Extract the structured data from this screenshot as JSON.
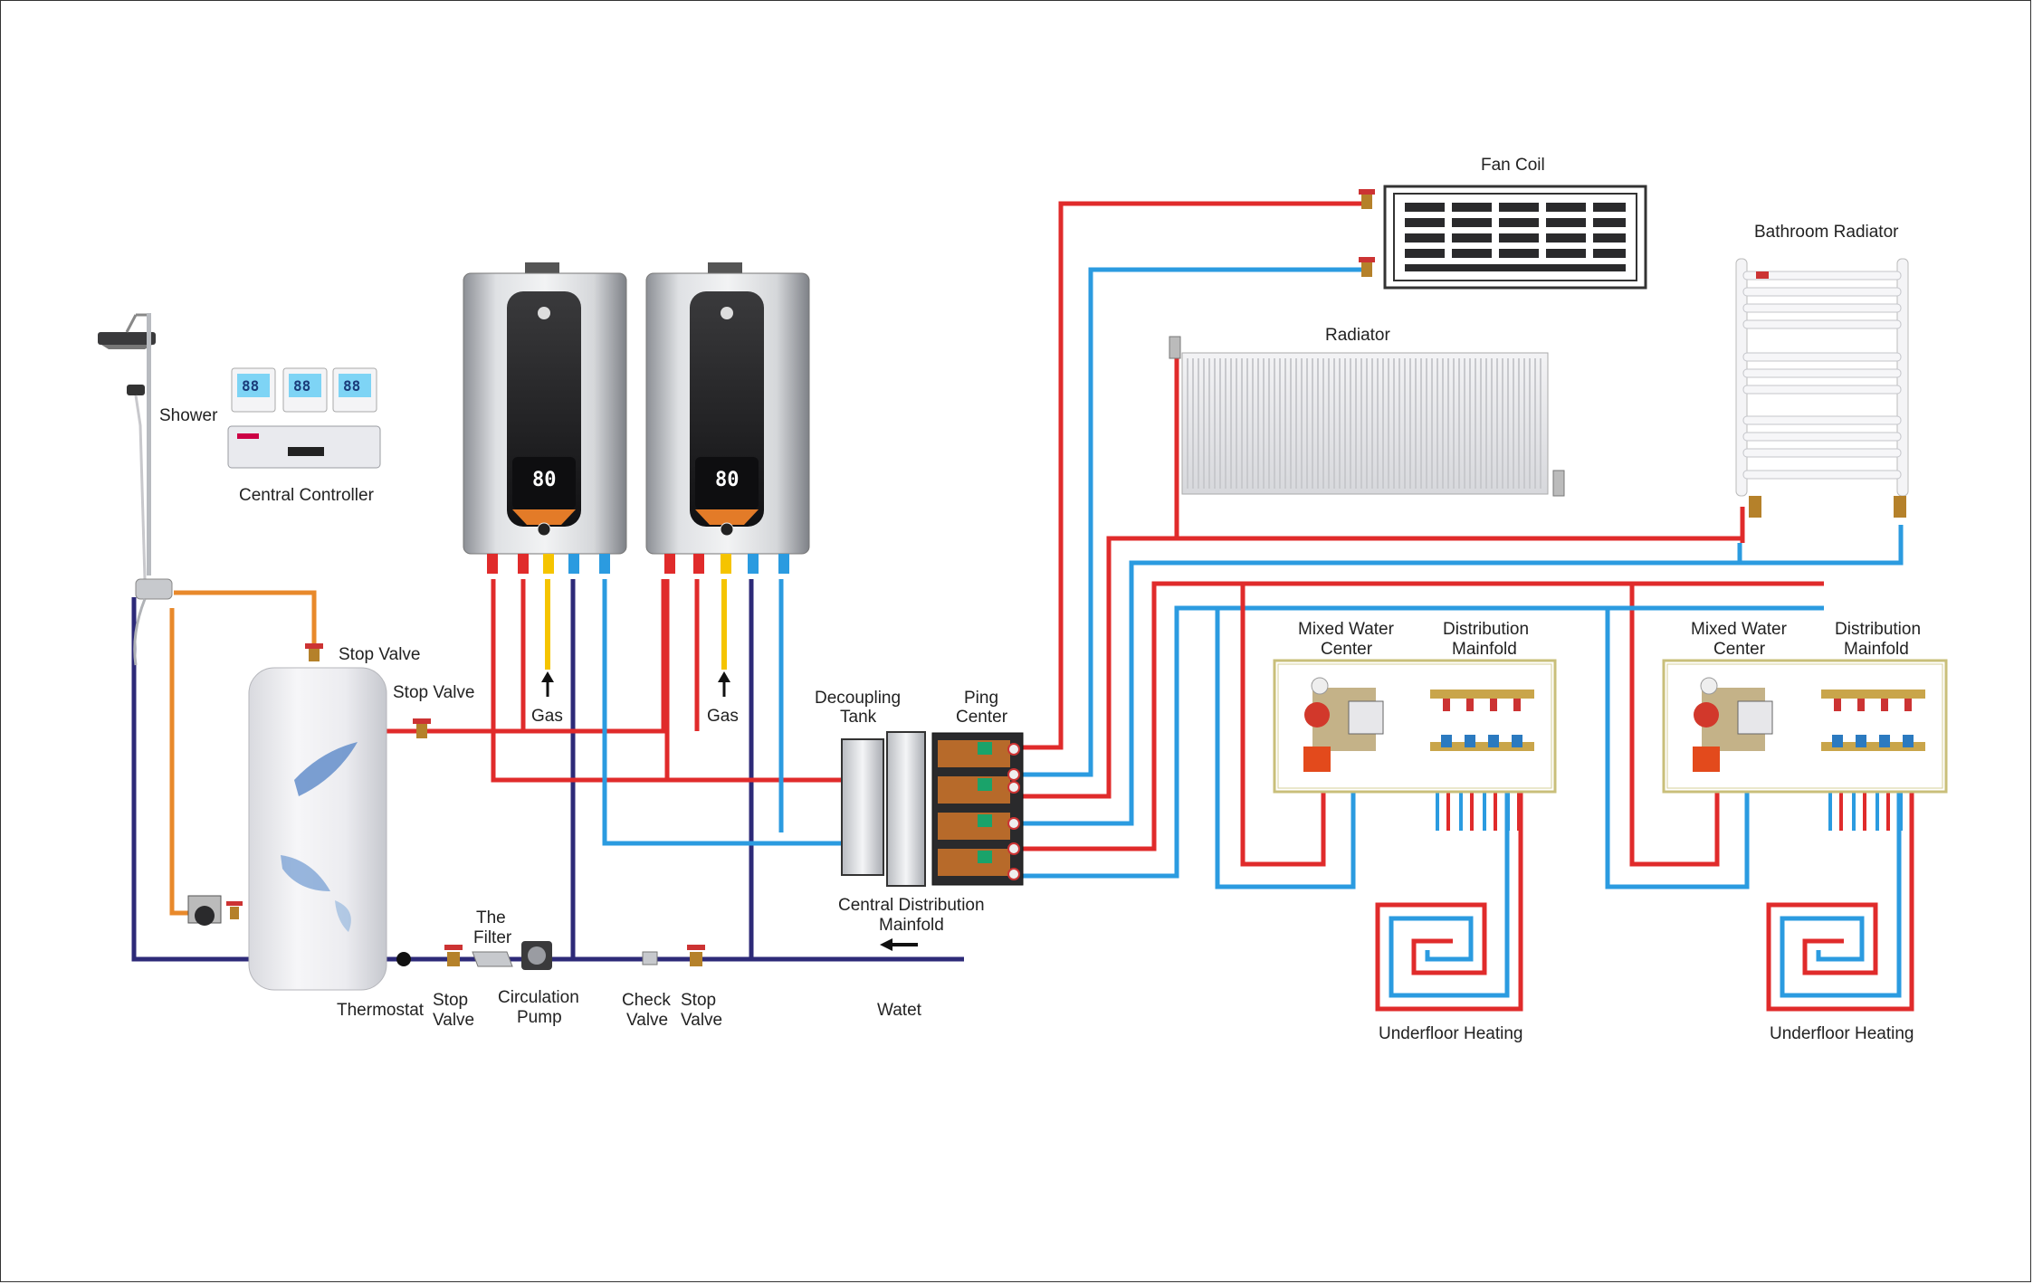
{
  "colors": {
    "hot": "#e02b2b",
    "cold": "#2b9be0",
    "domestic": "#2d2a78",
    "gas": "#f5c400",
    "orange": "#e8892b"
  },
  "labels": {
    "fan_coil": "Fan Coil",
    "bathroom_radiator": "Bathroom Radiator",
    "radiator": "Radiator",
    "shower": "Shower",
    "central_controller": "Central Controller",
    "stop_valve_top": "Stop Valve",
    "stop_valve_tank": "Stop Valve",
    "gas_1": "Gas",
    "gas_2": "Gas",
    "decoupling_tank_1": "Decoupling",
    "decoupling_tank_2": "Tank",
    "ping_center_1": "Ping",
    "ping_center_2": "Center",
    "mixed_water_1a": "Mixed  Water",
    "mixed_water_1b": "Center",
    "distribution_1a": "Distribution",
    "distribution_1b": "Mainfold",
    "mixed_water_2a": "Mixed  Water",
    "mixed_water_2b": "Center",
    "distribution_2a": "Distribution",
    "distribution_2b": "Mainfold",
    "central_dist_1": "Central Distribution",
    "central_dist_2": "Mainfold",
    "the_filter_1": "The",
    "the_filter_2": "Filter",
    "thermostat": "Thermostat",
    "stop_valve_b1a": "Stop",
    "stop_valve_b1b": "Valve",
    "circ_pump_1": "Circulation",
    "circ_pump_2": "Pump",
    "check_valve_1": "Check",
    "check_valve_2": "Valve",
    "stop_valve_b2a": "Stop",
    "stop_valve_b2b": "Valve",
    "water": "Watet",
    "underfloor_1": "Underfloor Heating",
    "underfloor_2": "Underfloor Heating"
  },
  "thermostat_displays": [
    "88",
    "88",
    "88"
  ],
  "boiler_displays": [
    "80",
    "80"
  ],
  "icons": {
    "shower": "shower-head-icon",
    "boiler": "gas-boiler-icon",
    "pump": "circulation-pump-icon",
    "valve": "stop-valve-icon",
    "arrow": "flow-arrow-icon"
  }
}
